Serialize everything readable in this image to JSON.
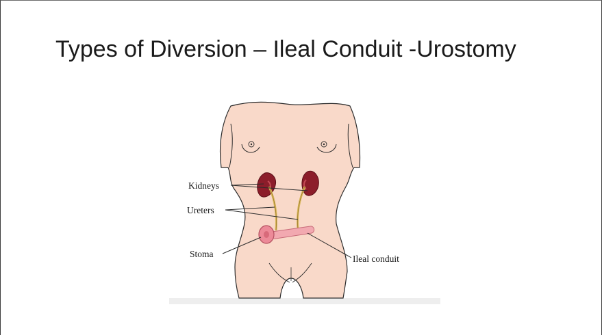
{
  "slide": {
    "title": "Types of Diversion – Ileal Conduit -Urostomy"
  },
  "diagram": {
    "labels": {
      "kidneys": "Kidneys",
      "ureters": "Ureters",
      "stoma": "Stoma",
      "ileal_conduit": "Ileal conduit"
    },
    "colors": {
      "skin": "#f9d9c9",
      "skin_outline": "#2b2b2b",
      "kidney": "#8c1d2a",
      "kidney_light": "#c24a55",
      "ureter": "#d8b65a",
      "conduit": "#f2a9b0",
      "stoma": "#ec8a98",
      "base": "#eeeeee"
    }
  }
}
